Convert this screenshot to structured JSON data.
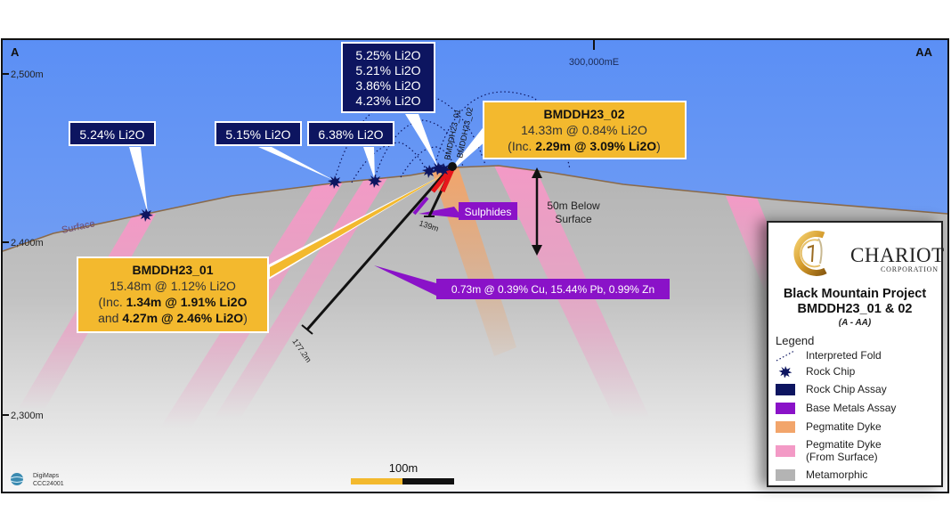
{
  "section": {
    "start_label": "A",
    "end_label": "AA",
    "easting_label": "300,000mE",
    "elevation_labels": [
      "2,500m",
      "2,400m",
      "2,300m"
    ],
    "surface_label": "Surface",
    "scale_bar_label": "100m",
    "credit": {
      "line1": "DigiMaps",
      "line2": "CCC24001"
    }
  },
  "colors": {
    "sky_top": "#5b8ff5",
    "sky_bottom": "#f1f4fb",
    "metamorphic": "#b4b4b4",
    "pegmatite_dyke": "#f2a56b",
    "pegmatite_surface": "#f39ac6",
    "rock_chip_assay": "#0d1560",
    "base_metals_assay": "#8a12c8",
    "intercept_box": "#f3b92e",
    "surface_line": "#8a6a4a"
  },
  "rock_chip_callouts": [
    {
      "lines": [
        "5.24% Li2O"
      ]
    },
    {
      "lines": [
        "5.15% Li2O"
      ]
    },
    {
      "lines": [
        "6.38% Li2O"
      ]
    },
    {
      "lines": [
        "5.25% Li2O",
        "5.21% Li2O",
        "3.86% Li2O",
        "4.23% Li2O"
      ]
    }
  ],
  "drillholes": [
    {
      "id": "BMDDH23_01",
      "end_depth_label": "177.2m",
      "headline": "15.48m @ 1.12% Li2O",
      "incl_prefix": "(Inc. ",
      "incl_1": "1.34m @ 1.91% Li2O",
      "and_prefix": "and ",
      "incl_2": "4.27m @ 2.46% Li2O",
      "closing": ")"
    },
    {
      "id": "BMDDH23_02",
      "end_depth_label": "139m",
      "headline": "14.33m @ 0.84% Li2O",
      "incl_prefix": "(Inc. ",
      "incl_1": "2.29m @ 3.09% Li2O",
      "closing": ")"
    }
  ],
  "annotations": {
    "sulphides": "Sulphides",
    "base_metals": "0.73m @ 0.39% Cu, 15.44% Pb, 0.99% Zn",
    "depth_arrow_line1": "50m Below",
    "depth_arrow_line2": "Surface"
  },
  "legend": {
    "brand": "CHARIOT",
    "brand_sub": "CORPORATION",
    "project_line1": "Black Mountain Project",
    "project_line2": "BMDDH23_01 & 02",
    "section_name": "(A - AA)",
    "heading": "Legend",
    "items": [
      {
        "label": "Interpreted Fold",
        "icon": "dotted-line-icon"
      },
      {
        "label": "Rock Chip",
        "icon": "starburst-icon"
      },
      {
        "label": "Rock Chip Assay",
        "color": "#0d1560"
      },
      {
        "label": "Base Metals Assay",
        "color": "#8a12c8"
      },
      {
        "label": "Pegmatite Dyke",
        "color": "#f2a56b"
      },
      {
        "label": "Pegmatite Dyke (From Surface)",
        "label_line1": "Pegmatite Dyke",
        "label_line2": "(From Surface)",
        "color": "#f39ac6"
      },
      {
        "label": "Metamorphic",
        "color": "#b4b4b4"
      }
    ]
  }
}
